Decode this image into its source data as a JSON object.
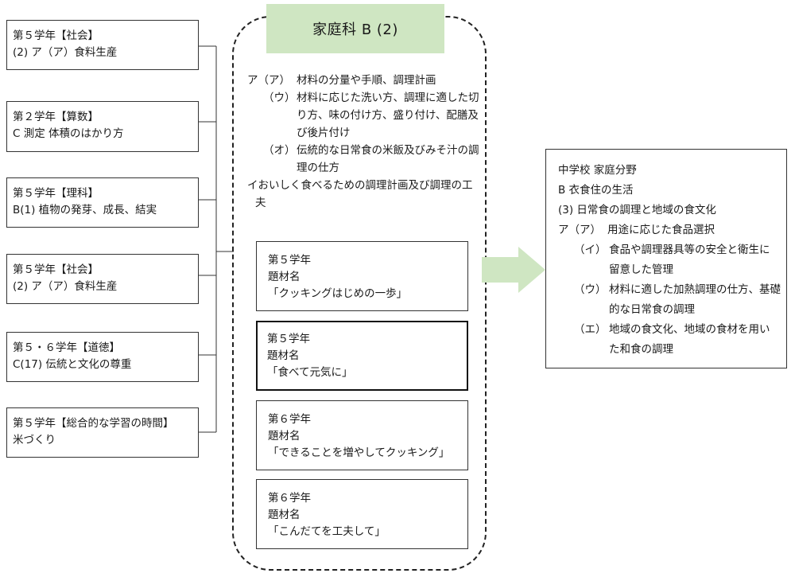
{
  "left_boxes": [
    {
      "line1": "第５学年【社会】",
      "line2": "(2) ア（ア）食料生産"
    },
    {
      "line1": "第２学年【算数】",
      "line2": "C 測定 体積のはかり方"
    },
    {
      "line1": "第５学年【理科】",
      "line2": "B(1) 植物の発芽、成長、結実"
    },
    {
      "line1": "第５学年【社会】",
      "line2": "(2) ア（ア）食料生産"
    },
    {
      "line1": "第５・６学年【道徳】",
      "line2": "C(17) 伝統と文化の尊重"
    },
    {
      "line1": "第５学年【総合的な学習の時間】",
      "line2": "米づくり"
    }
  ],
  "center": {
    "title": "家庭科 B (2)",
    "items": [
      {
        "mark": "ア（ア）",
        "text": "材料の分量や手順、調理計画"
      },
      {
        "mark": "（ウ）",
        "text": "材料に応じた洗い方、調理に適した切り方、味の付け方、盛り付け、配膳及び後片付け"
      },
      {
        "mark": "（オ）",
        "text": "伝統的な日常食の米飯及びみそ汁の調理の仕方"
      },
      {
        "text": "イおいしく食べるための調理計画及び調理の工夫"
      }
    ],
    "topic_boxes": [
      {
        "grade": "第５学年",
        "label": "題材名",
        "title": "「クッキングはじめの一歩」"
      },
      {
        "grade": "第５学年",
        "label": "題材名",
        "title": "「食べて元気に」"
      },
      {
        "grade": "第６学年",
        "label": "題材名",
        "title": "「できることを増やしてクッキング」"
      },
      {
        "grade": "第６学年",
        "label": "題材名",
        "title": "「こんだてを工夫して」"
      }
    ]
  },
  "right_box": {
    "line1": "中学校 家庭分野",
    "line2": "B 衣食住の生活",
    "line3": "(3) 日常食の調理と地域の食文化",
    "items": [
      {
        "mark": "ア（ア）",
        "text": "用途に応じた食品選択"
      },
      {
        "mark": "（イ）",
        "text": "食品や調理器具等の安全と衛生に留意した管理"
      },
      {
        "mark": "（ウ）",
        "text": "材料に適した加熱調理の仕方、基礎的な日常食の調理"
      },
      {
        "mark": "（エ）",
        "text": "地域の食文化、地域の食材を用いた和食の調理"
      }
    ]
  },
  "colors": {
    "title_bg": "#cfe6c2",
    "arrow": "#cfe6c2",
    "line": "#333333"
  }
}
